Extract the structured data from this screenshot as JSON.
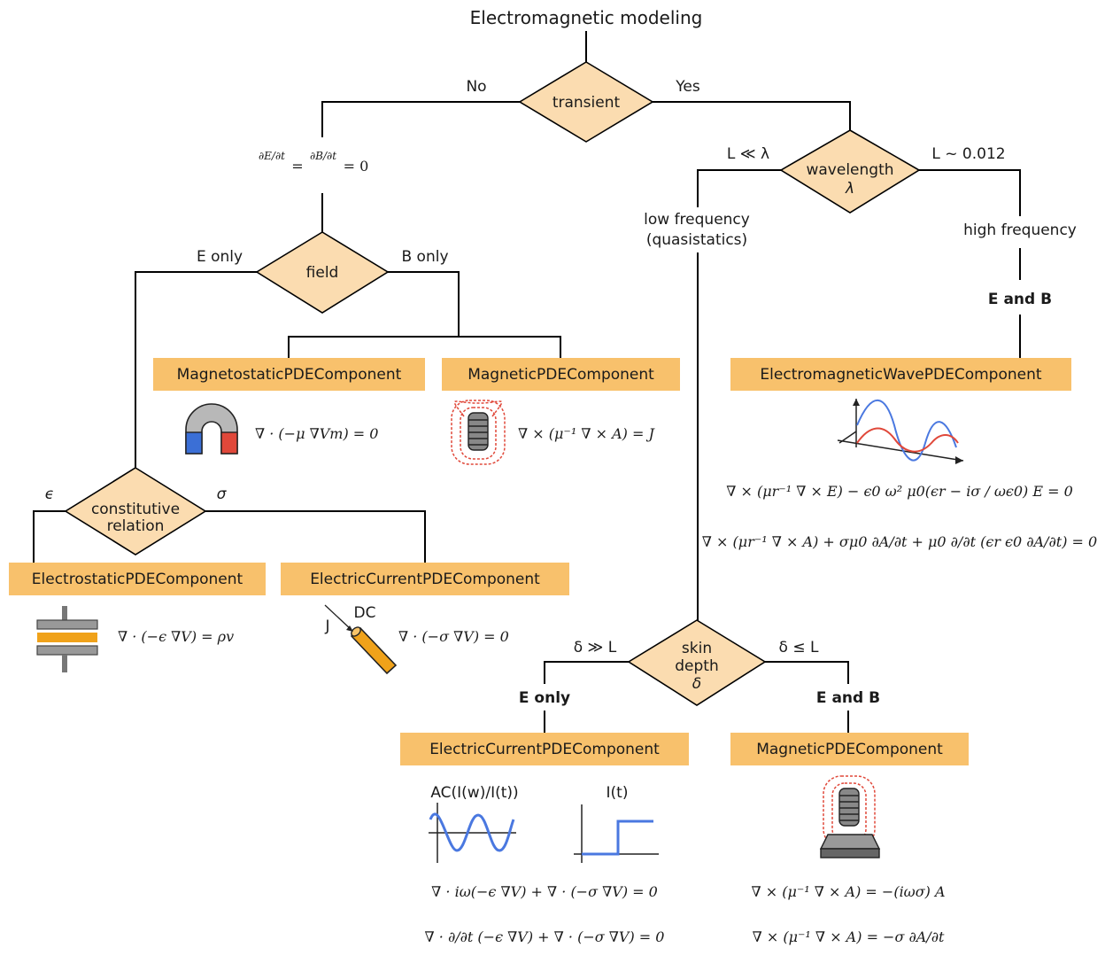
{
  "title": "Electromagnetic modeling",
  "decisions": {
    "transient": {
      "label": "transient",
      "no": "No",
      "yes": "Yes"
    },
    "wavelength": {
      "line1": "wavelength",
      "line2": "λ",
      "left": "L ≪ λ",
      "right": "L ~ 0.012"
    },
    "field": {
      "label": "field",
      "left": "E only",
      "right": "B only"
    },
    "constitutive": {
      "line1": "constitutive",
      "line2": "relation",
      "left": "ϵ",
      "right": "σ"
    },
    "skin": {
      "line1": "skin",
      "line2": "depth",
      "line3": "δ",
      "left": "δ ≫ L",
      "right": "δ ≤ L"
    }
  },
  "static_condition": {
    "lhs": "∂E/∂t",
    "eq": "=",
    "mid": "∂B/∂t",
    "rhs": "= 0"
  },
  "notes": {
    "low_freq_1": "low frequency",
    "low_freq_2": "(quasistatics)",
    "high_freq": "high frequency",
    "e_and_b_high": "E and B",
    "e_only_skin": "E only",
    "e_and_b_skin": "E and B"
  },
  "components": {
    "magnetostatic": "MagnetostaticPDEComponent",
    "magnetic_top": "MagneticPDEComponent",
    "em_wave": "ElectromagneticWavePDEComponent",
    "electrostatic": "ElectrostaticPDEComponent",
    "electric_current_top": "ElectricCurrentPDEComponent",
    "electric_current_bottom": "ElectricCurrentPDEComponent",
    "magnetic_bottom": "MagneticPDEComponent"
  },
  "equations": {
    "magnetostatic": "∇ · (−μ ∇Vm) = 0",
    "magnetic_top": "∇ × (μ⁻¹ ∇ × A) = J",
    "em_wave_1": "∇ × (μr⁻¹ ∇ × E) − ϵ0 ω² μ0(ϵr − iσ / ωϵ0) E = 0",
    "em_wave_2": "∇ × (μr⁻¹ ∇ × A) + σμ0 ∂A/∂t + μ0 ∂/∂t (ϵr ϵ0 ∂A/∂t) = 0",
    "electrostatic": "∇ · (−ϵ ∇V) = ρv",
    "electric_current_dc": "∇ · (−σ ∇V) = 0",
    "ec_bottom_1": "∇ · iω(−ϵ ∇V) + ∇ · (−σ ∇V) = 0",
    "ec_bottom_2": "∇ · ∂/∂t (−ϵ ∇V) + ∇ · (−σ ∇V) = 0",
    "mag_bottom_1": "∇ × (μ⁻¹ ∇ × A) = −(iωσ) A",
    "mag_bottom_2": "∇ × (μ⁻¹ ∇ × A) = −σ ∂A/∂t"
  },
  "wire_labels": {
    "j": "J",
    "dc": "DC"
  },
  "plot_labels": {
    "ac": "AC(I(w)/I(t))",
    "it": "I(t)"
  },
  "colors": {
    "box": "#f8c16c",
    "diamond": "#fbdcb0",
    "wave_blue": "#4a78e0",
    "wave_red": "#e0483a"
  }
}
